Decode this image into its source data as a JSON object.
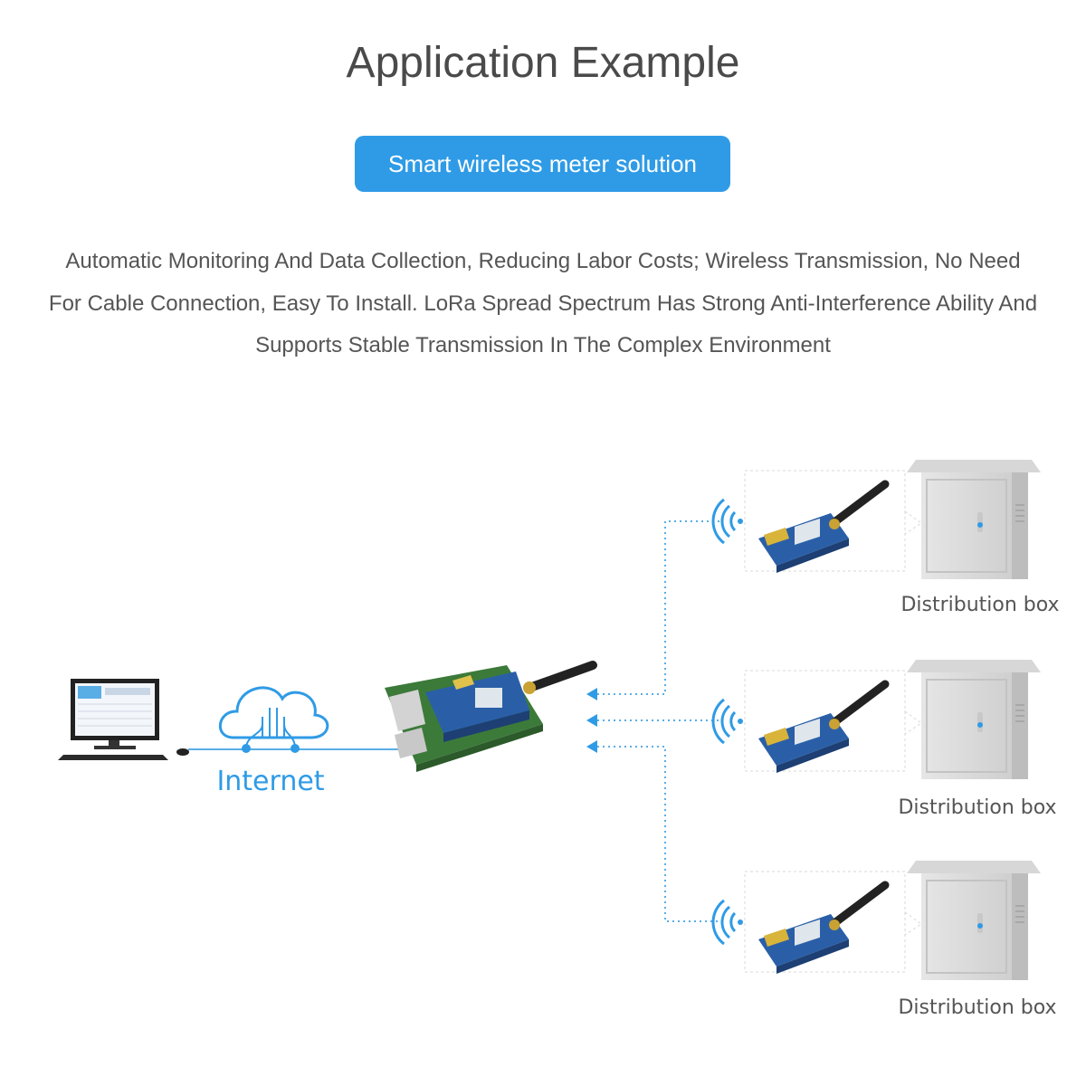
{
  "header": {
    "title": "Application Example",
    "badge": "Smart wireless meter solution"
  },
  "description": {
    "lines": [
      "Automatic Monitoring And Data Collection, Reducing Labor Costs; Wireless Transmission, No Need",
      "For Cable Connection, Easy To Install. LoRa Spread Spectrum Has Strong Anti-Interference Ability And",
      "Supports Stable Transmission In The Complex Environment"
    ]
  },
  "diagram": {
    "internet_label": "Internet",
    "nodes": [
      {
        "label": "Distribution box"
      },
      {
        "label": "Distribution box"
      },
      {
        "label": "Distribution box"
      }
    ],
    "colors": {
      "accent": "#2f9be6",
      "link": "#5aaee6",
      "cabinet": "#dcdcdc",
      "board_green": "#3c7a3a",
      "board_blue": "#2a5fa8"
    },
    "icons": {
      "computer": "desktop-computer-icon",
      "cloud": "cloud-icon",
      "gateway": "raspberry-pi-gateway-icon",
      "signal": "wifi-signal-icon",
      "module": "lora-module-icon",
      "cabinet": "distribution-cabinet-icon"
    }
  }
}
